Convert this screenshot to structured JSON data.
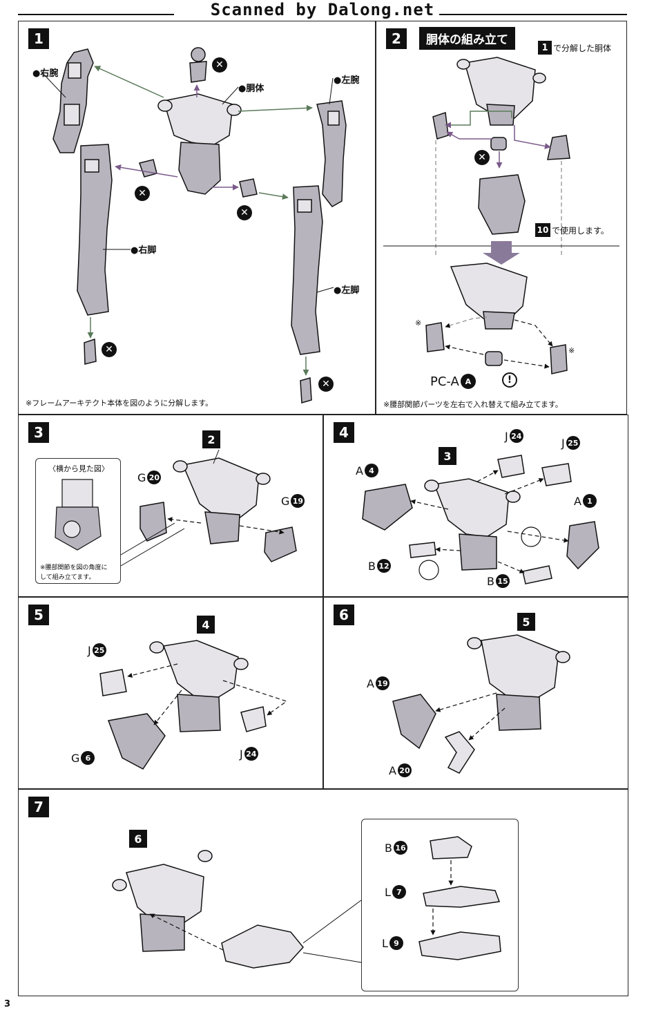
{
  "header": {
    "title": "Scanned by Dalong.net"
  },
  "page_number": "3",
  "step1": {
    "number": "1",
    "labels": {
      "right_arm": "●右腕",
      "torso": "●胴体",
      "left_arm": "●左腕",
      "right_leg": "●右脚",
      "left_leg": "●左脚"
    },
    "note": "※フレームアーキテクト本体を図のように分解します。"
  },
  "step2": {
    "number": "2",
    "title": "胴体の組み立て",
    "ref_num": "1",
    "ref_text": "で分解した胴体",
    "use_num": "10",
    "use_text": "で使用します。",
    "part": "PC-A",
    "part_circ": "A",
    "mark_note": "※",
    "note": "※腰部関節パーツを左右で入れ替えて組み立てます。"
  },
  "step3": {
    "number": "3",
    "ref_num": "2",
    "inset_title": "〈横から見た図〉",
    "inset_note_1": "※腰部関節を図の角度に",
    "inset_note_2": "して組み立てます。",
    "parts": [
      {
        "code": "G",
        "num": "20"
      },
      {
        "code": "G",
        "num": "19"
      }
    ]
  },
  "step4": {
    "number": "4",
    "ref_num": "3",
    "parts": [
      {
        "code": "J",
        "num": "24"
      },
      {
        "code": "J",
        "num": "25"
      },
      {
        "code": "A",
        "num": "4"
      },
      {
        "code": "A",
        "num": "1"
      },
      {
        "code": "B",
        "num": "12"
      },
      {
        "code": "B",
        "num": "15"
      }
    ]
  },
  "step5": {
    "number": "5",
    "ref_num": "4",
    "parts": [
      {
        "code": "J",
        "num": "25"
      },
      {
        "code": "G",
        "num": "6"
      },
      {
        "code": "J",
        "num": "24"
      }
    ]
  },
  "step6": {
    "number": "6",
    "ref_num": "5",
    "parts": [
      {
        "code": "A",
        "num": "19"
      },
      {
        "code": "A",
        "num": "20"
      }
    ]
  },
  "step7": {
    "number": "7",
    "ref_num": "6",
    "parts": [
      {
        "code": "B",
        "num": "16"
      },
      {
        "code": "L",
        "num": "7"
      },
      {
        "code": "L",
        "num": "9"
      }
    ]
  },
  "x_symbol": "✕",
  "exclaim_symbol": "!",
  "colors": {
    "ink": "#111111",
    "part_fill": "#b8b4bd",
    "light_fill": "#e6e4e8",
    "arrow_green": "#5a7a5a",
    "arrow_purple": "#7a5a8a"
  }
}
